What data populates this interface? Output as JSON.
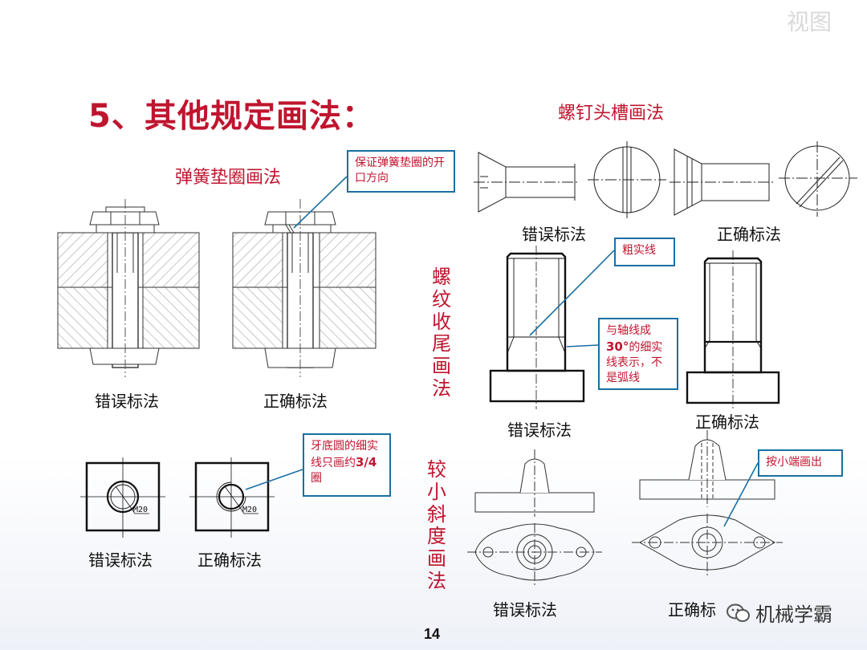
{
  "watermark": "视图",
  "title": "5、其他规定画法：",
  "spring_washer": {
    "heading": "弹簧垫圈画法",
    "callout": "保证弹簧垫圈的开口方向",
    "wrong": "错误标法",
    "right": "正确标法"
  },
  "thread_circle": {
    "callout_line1": "牙底圆的细实线只画约",
    "callout_bold": "3/4",
    "callout_line2": "圈",
    "wrong": "错误标法",
    "right": "正确标法",
    "label": "M20"
  },
  "screw_slot": {
    "heading": "螺钉头槽画法",
    "wrong": "错误标法",
    "right": "正确标法"
  },
  "thread_tail": {
    "heading": "螺纹收尾画法",
    "callout_thick": "粗实线",
    "callout_30_a": "与轴线成",
    "callout_30_bold": "30°",
    "callout_30_b": "的细实线表示，不是弧线",
    "wrong": "错误标法",
    "right": "正确标法"
  },
  "small_slope": {
    "heading": "较小斜度画法",
    "callout": "按小端画出",
    "wrong": "错误标法",
    "right": "正确标"
  },
  "page_number": "14",
  "brand": "机械学霸"
}
